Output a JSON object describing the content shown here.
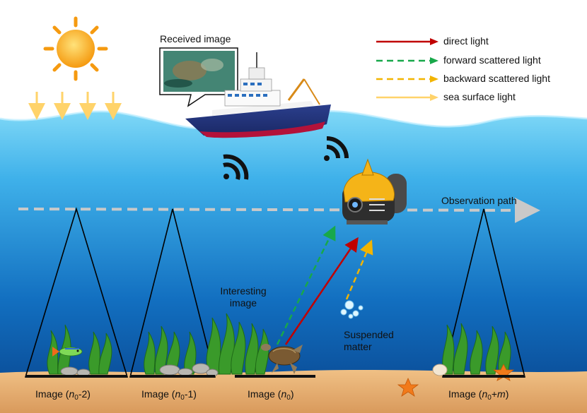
{
  "labels": {
    "received_image": "Received image",
    "observation_path": "Observation path",
    "interesting_image_line1": "Interesting",
    "interesting_image_line2": "image",
    "suspended_matter_line1": "Suspended",
    "suspended_matter_line2": "matter"
  },
  "legend": [
    {
      "label": "direct light",
      "style": "solid",
      "color": "#c00000"
    },
    {
      "label": "forward scattered light",
      "style": "dashed",
      "color": "#18a84a"
    },
    {
      "label": "backward scattered light",
      "style": "dashed",
      "color": "#f2b400"
    },
    {
      "label": "sea surface light",
      "style": "solid",
      "color": "#ffd36a"
    }
  ],
  "image_captions": [
    {
      "prefix": "Image (",
      "var": "n",
      "sub": "0",
      "suffix": "-2)"
    },
    {
      "prefix": "Image (",
      "var": "n",
      "sub": "0",
      "suffix": "-1)"
    },
    {
      "prefix": "Image (",
      "var": "n",
      "sub": "0",
      "suffix": ")"
    },
    {
      "prefix": "Image (",
      "var": "n",
      "sub": "0",
      "suffix": "+",
      "var2": "m",
      "tail": ")"
    }
  ],
  "colors": {
    "sky": "#ffffff",
    "water_top": "#6fd0f5",
    "water_bottom": "#0a5fb0",
    "sand": "#e8b278",
    "path": "#c9c9c9",
    "sun": "#f8b21a"
  }
}
